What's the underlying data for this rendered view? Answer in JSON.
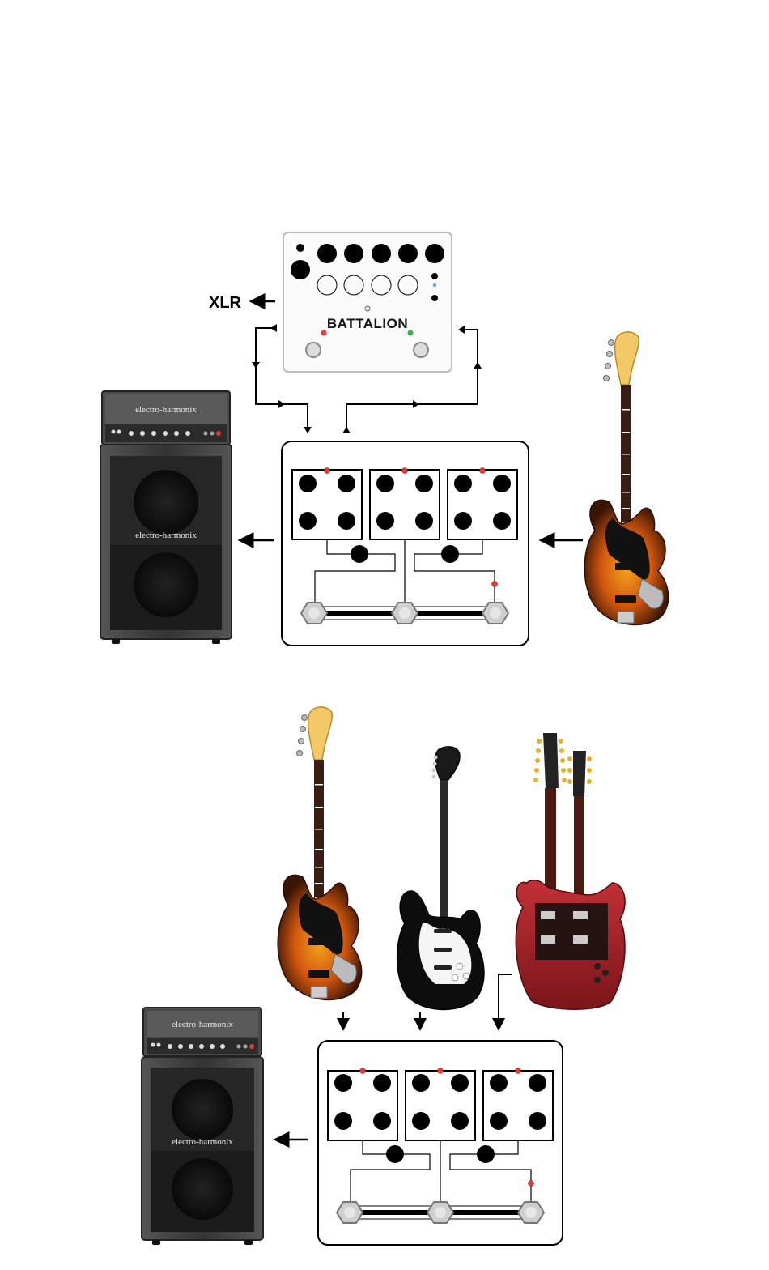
{
  "diagram": {
    "xlr_label": "XLR",
    "pedal": {
      "name": "BATTALION"
    },
    "amp_brand": "electro-harmonix",
    "colors": {
      "ink": "#000000",
      "led_red": "#e23b3b",
      "led_green": "#37b34a",
      "amp_body": "#3a3a3a",
      "sunburst": "#c84a12",
      "guitar_red": "#a8242a"
    },
    "icons": [
      "amp-stack-icon",
      "bass-guitar-icon",
      "strat-guitar-icon",
      "doubleneck-guitar-icon",
      "switcher-pedal-icon",
      "battalion-pedal-icon",
      "arrow-icon"
    ]
  }
}
